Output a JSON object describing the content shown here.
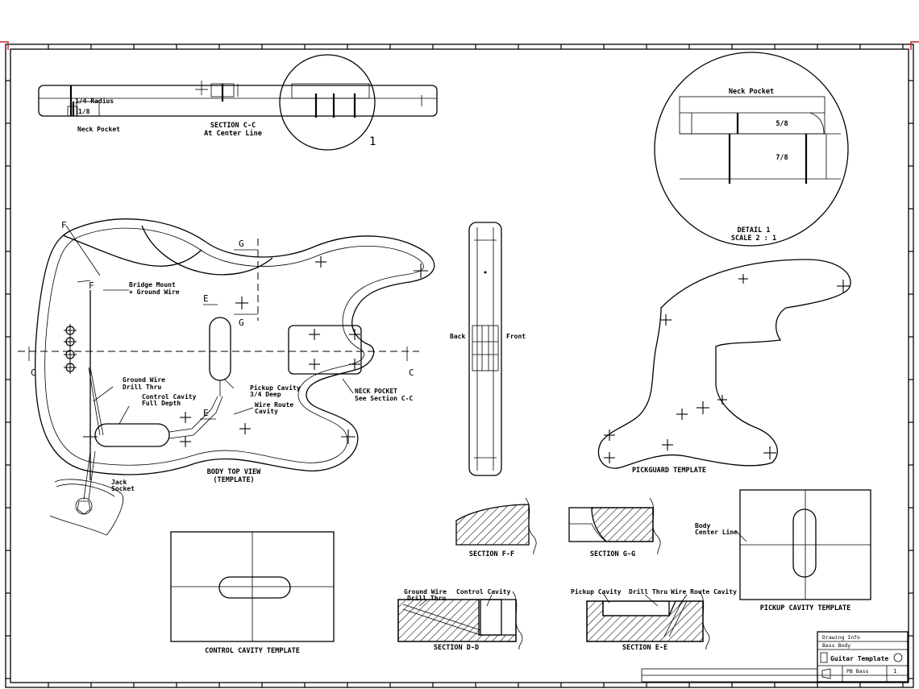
{
  "sheet": {
    "border_color": "#000000",
    "corner_mark_color": "#cc2233"
  },
  "views": {
    "section_c": {
      "title": "SECTION C-C",
      "subtitle": "At Center Line",
      "label_a": "1/4 Radius",
      "label_b": "Neck Pocket",
      "label_c": "1/8"
    },
    "detail_1": {
      "number": "1",
      "title": "DETAIL 1",
      "scale": "SCALE 2 : 1",
      "label_top": "Neck Pocket",
      "label_mid": "5/8",
      "label_low": "7/8"
    },
    "body_top": {
      "title": "BODY TOP VIEW",
      "subtitle": "(TEMPLATE)",
      "label_bridge": "Bridge Mount",
      "label_bridge2": "+ Ground Wire",
      "label_ground": "Ground Wire",
      "label_ground2": "Drill Thru",
      "label_control": "Control Cavity",
      "label_control2": "Full Depth",
      "label_pickup": "Pickup Cavity",
      "label_pickup2": "3/4 Deep",
      "label_route": "Wire Route",
      "label_route2": "Cavity",
      "label_neck": "NECK POCKET",
      "label_neck2": "See Section C-C",
      "label_jack": "Jack",
      "label_jack2": "Socket",
      "marker_f1": "F",
      "marker_f2": "F",
      "marker_e1": "E",
      "marker_e2": "E",
      "marker_g1": "G",
      "marker_g2": "G",
      "marker_c1": "C",
      "marker_c2": "C"
    },
    "side_view": {
      "label_left": "Back",
      "label_right": "Front"
    },
    "pickguard": {
      "title": "PICKGUARD TEMPLATE"
    },
    "section_f": {
      "title": "SECTION F-F"
    },
    "section_g": {
      "title": "SECTION G-G"
    },
    "pickup_cavity": {
      "title": "PICKUP CAVITY TEMPLATE",
      "label": "Body",
      "label2": "Center Line"
    },
    "control_cavity": {
      "title": "CONTROL CAVITY TEMPLATE"
    },
    "section_d": {
      "title": "SECTION D-D",
      "label_a": "Ground Wire",
      "label_b": "Drill Thru",
      "label_c": "Control Cavity"
    },
    "section_e": {
      "title": "SECTION E-E",
      "label_a": "Pickup Cavity",
      "label_b": "Drill Thru",
      "label_c": "Wire Route Cavity"
    }
  },
  "title_block": {
    "row1": "Drawing Info",
    "row2": "Bass Body",
    "company": "Guitar Template",
    "drawing_no": "PB Bass",
    "sheet_no": "1"
  }
}
